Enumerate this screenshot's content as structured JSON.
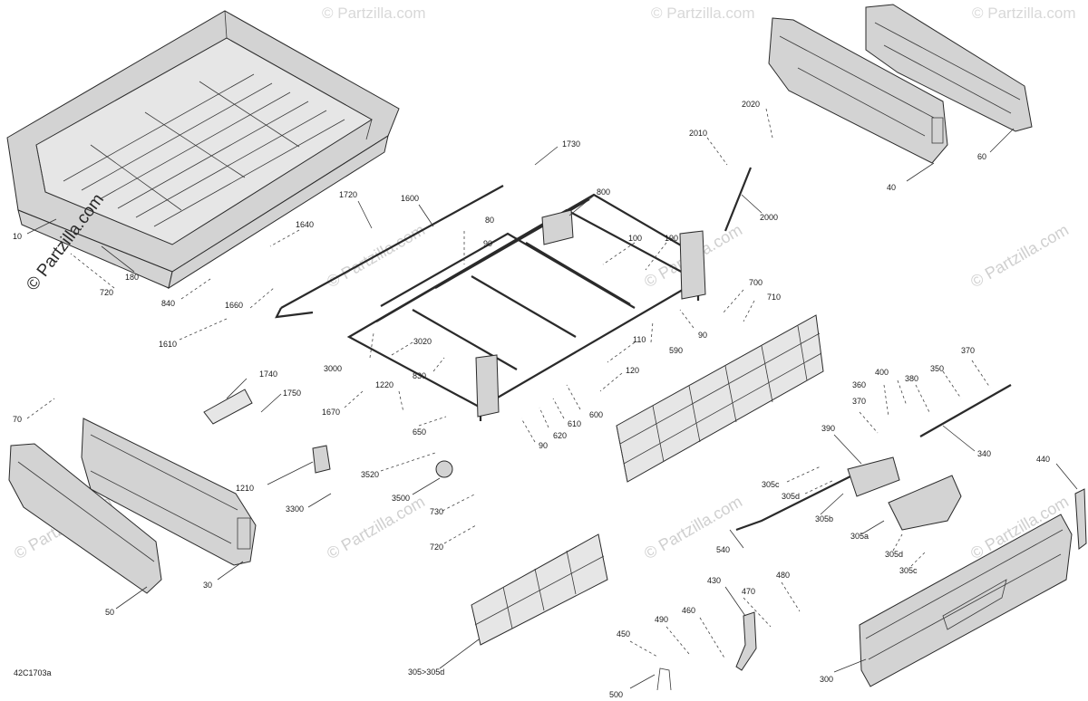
{
  "brand": {
    "text": "© Partzilla.com"
  },
  "watermark": {
    "text": "© Partzilla.com"
  },
  "diagram_code": "42C1703a",
  "callouts": [
    {
      "id": "10",
      "label": "10"
    },
    {
      "id": "180",
      "label": "180"
    },
    {
      "id": "720a",
      "label": "720"
    },
    {
      "id": "840",
      "label": "840"
    },
    {
      "id": "1720",
      "label": "1720"
    },
    {
      "id": "1600",
      "label": "1600"
    },
    {
      "id": "1640",
      "label": "1640"
    },
    {
      "id": "1660",
      "label": "1660"
    },
    {
      "id": "1610",
      "label": "1610"
    },
    {
      "id": "1730",
      "label": "1730"
    },
    {
      "id": "80",
      "label": "80"
    },
    {
      "id": "800",
      "label": "800"
    },
    {
      "id": "90a",
      "label": "90"
    },
    {
      "id": "2010",
      "label": "2010"
    },
    {
      "id": "2020",
      "label": "2020"
    },
    {
      "id": "2000",
      "label": "2000"
    },
    {
      "id": "40",
      "label": "40"
    },
    {
      "id": "60",
      "label": "60"
    },
    {
      "id": "100",
      "label": "100"
    },
    {
      "id": "190",
      "label": "190"
    },
    {
      "id": "700",
      "label": "700"
    },
    {
      "id": "710",
      "label": "710"
    },
    {
      "id": "90b",
      "label": "90"
    },
    {
      "id": "590",
      "label": "590"
    },
    {
      "id": "110",
      "label": "110"
    },
    {
      "id": "120",
      "label": "120"
    },
    {
      "id": "3020",
      "label": "3020"
    },
    {
      "id": "3000",
      "label": "3000"
    },
    {
      "id": "830",
      "label": "830"
    },
    {
      "id": "1740",
      "label": "1740"
    },
    {
      "id": "1750",
      "label": "1750"
    },
    {
      "id": "1670",
      "label": "1670"
    },
    {
      "id": "1220",
      "label": "1220"
    },
    {
      "id": "650",
      "label": "650"
    },
    {
      "id": "600",
      "label": "600"
    },
    {
      "id": "610",
      "label": "610"
    },
    {
      "id": "620",
      "label": "620"
    },
    {
      "id": "90c",
      "label": "90"
    },
    {
      "id": "70",
      "label": "70"
    },
    {
      "id": "1210",
      "label": "1210"
    },
    {
      "id": "3520",
      "label": "3520"
    },
    {
      "id": "3500",
      "label": "3500"
    },
    {
      "id": "3300",
      "label": "3300"
    },
    {
      "id": "730",
      "label": "730"
    },
    {
      "id": "720b",
      "label": "720"
    },
    {
      "id": "30",
      "label": "30"
    },
    {
      "id": "50",
      "label": "50"
    },
    {
      "id": "370a",
      "label": "370"
    },
    {
      "id": "400",
      "label": "400"
    },
    {
      "id": "360",
      "label": "360"
    },
    {
      "id": "380",
      "label": "380"
    },
    {
      "id": "350",
      "label": "350"
    },
    {
      "id": "370b",
      "label": "370"
    },
    {
      "id": "390",
      "label": "390"
    },
    {
      "id": "340",
      "label": "340"
    },
    {
      "id": "305c_a",
      "label": "305c"
    },
    {
      "id": "305d_a",
      "label": "305d"
    },
    {
      "id": "305b",
      "label": "305b"
    },
    {
      "id": "305a",
      "label": "305a"
    },
    {
      "id": "305d_b",
      "label": "305d"
    },
    {
      "id": "305c_b",
      "label": "305c"
    },
    {
      "id": "540",
      "label": "540"
    },
    {
      "id": "440",
      "label": "440"
    },
    {
      "id": "430",
      "label": "430"
    },
    {
      "id": "470",
      "label": "470"
    },
    {
      "id": "480",
      "label": "480"
    },
    {
      "id": "460",
      "label": "460"
    },
    {
      "id": "490",
      "label": "490"
    },
    {
      "id": "450",
      "label": "450"
    },
    {
      "id": "500",
      "label": "500"
    },
    {
      "id": "300",
      "label": "300"
    },
    {
      "id": "305to305d",
      "label": "305>305d"
    }
  ]
}
